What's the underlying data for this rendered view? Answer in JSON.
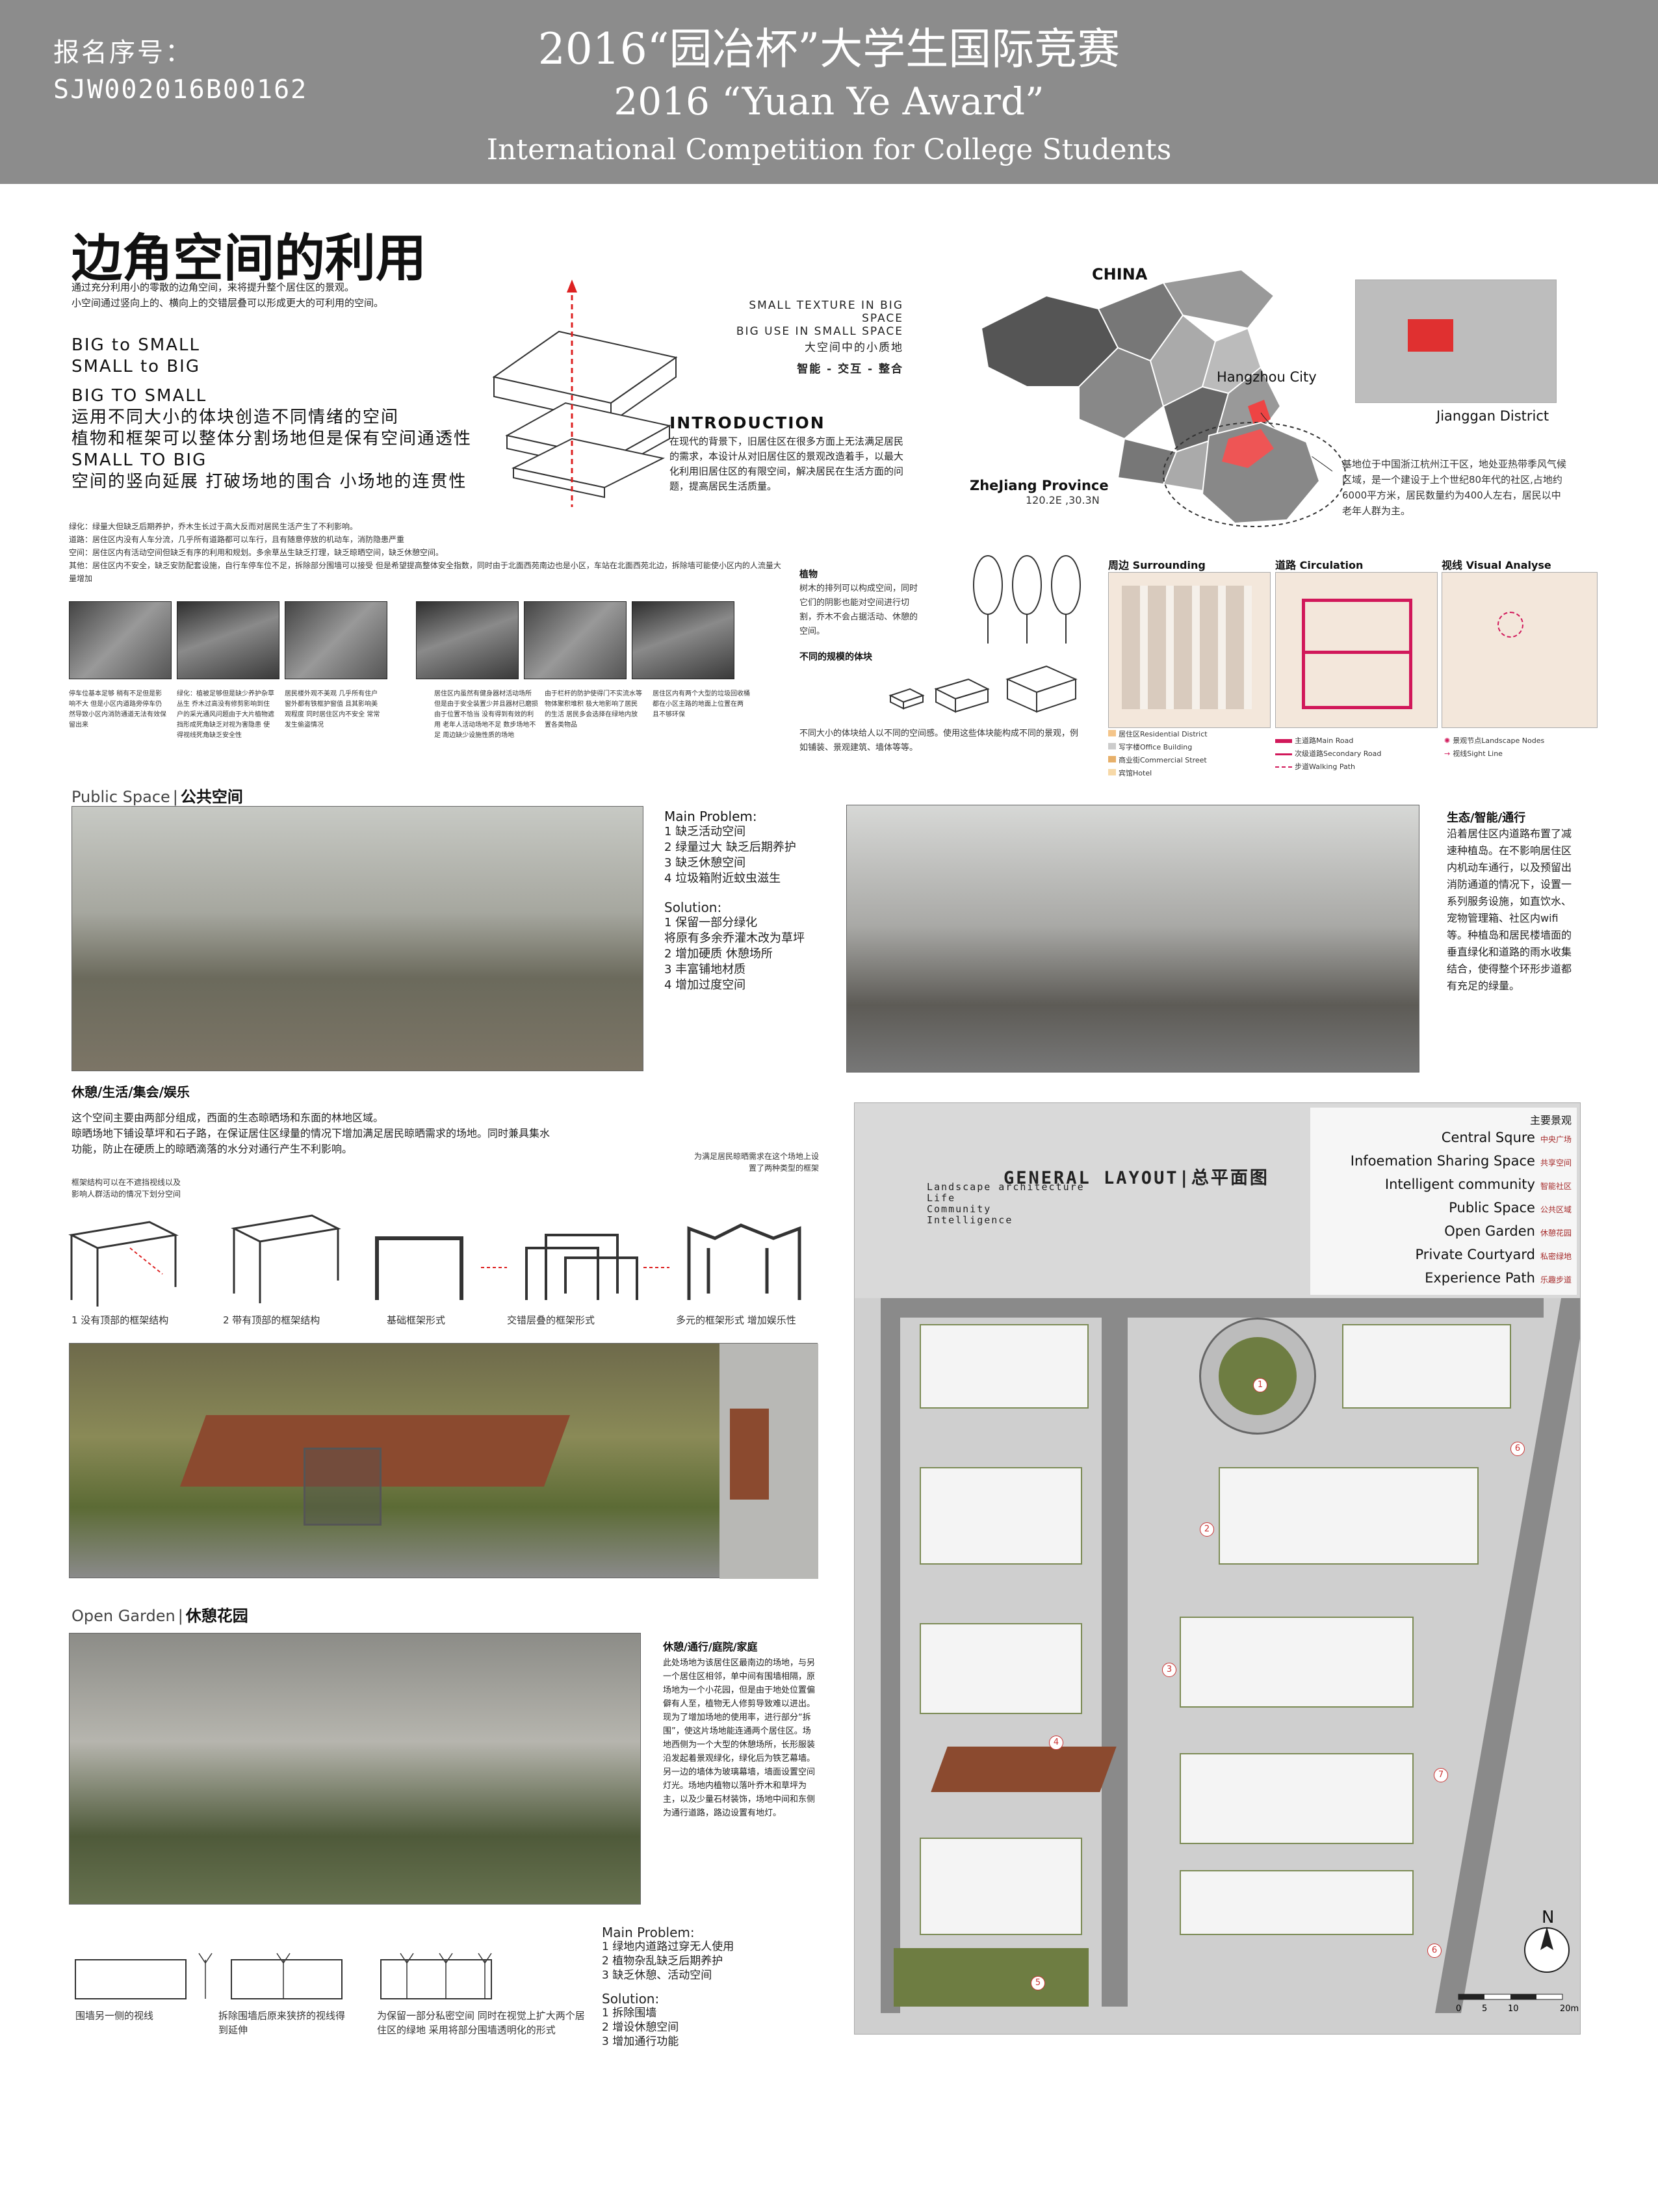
{
  "header": {
    "reg_label": "报名序号：",
    "reg_no": "SJW002016B00162",
    "title_cn": "2016“园冶杯”大学生国际竞赛",
    "title_en": "2016 “Yuan Ye Award”",
    "subtitle_en": "International Competition for College Students"
  },
  "intro": {
    "heading": "边角空间的利用",
    "lead1": "通过充分利用小的零散的边角空间，来将提升整个居住区的景观。",
    "lead2": "小空间通过竖向上的、横向上的交错层叠可以形成更大的可利用的空间。",
    "b1": "BIG to SMALL",
    "b2": "SMALL to BIG",
    "b3": "BIG TO SMALL",
    "b4": "运用不同大小的体块创造不同情绪的空间",
    "b5": "植物和框架可以整体分割场地但是保有空间通透性",
    "b6": "SMALL TO BIG",
    "b7": "空间的竖向延展  打破场地的围合  小场地的连贯性",
    "texture1": "SMALL TEXTURE IN BIG",
    "texture2": "SPACE",
    "texture3": "BIG USE IN SMALL SPACE",
    "texture4": "大空间中的小质地",
    "texture5": "智能 - 交互 - 整合",
    "intro_title": "INTRODUCTION",
    "intro_text": "在现代的背景下，旧居住区在很多方面上无法满足居民的需求，本设计从对旧居住区的景观改造着手，以最大化利用旧居住区的有限空间，解决居民在生活方面的问题，提高居民生活质量。"
  },
  "location": {
    "china": "CHINA",
    "hangzhou": "Hangzhou City",
    "zhejiang": "ZheJiang Province",
    "coords": "120.2E ,30.3N",
    "district": "Jianggan District",
    "desc": "基地位于中国浙江杭州江干区，地处亚热带季风气候区域，是一个建设于上个世纪80年代的社区,占地约6000平方米，居民数量约为400人左右，居民以中老年人群为主。"
  },
  "problems": {
    "l1": "绿化：绿量大但缺乏后期养护，乔木生长过于高大反而对居民生活产生了不利影响。",
    "l2": "道路：居住区内没有人车分流，几乎所有道路都可以车行，且有随意停放的机动车，消防隐患严重",
    "l3": "空间：居住区内有活动空间但缺乏有序的利用和规划。多余草丛生缺乏打理，缺乏晾晒空间，缺乏休憩空间。",
    "l4": "其他：居住区内不安全，缺乏安防配套设施，自行车停车位不足，拆除部分围墙可以接受 但是希望提高整体安全指数，同时由于北面西苑南边也是小区，车站在北面西苑北边，拆除墙可能使小区内的人流量大量增加",
    "c1": "停车位基本足够  稍有不足但是影响不大 但是小区内道路旁停车仍然导致小区内消防通道无法有效保留出来",
    "c2": "绿化：植被足够但是缺少养护杂草丛生  乔木过高没有修剪影响到住户的采光通风问题由于大片植物遮挡形成死角缺乏对视为害隐患 使得视线死角缺乏安全性",
    "c3": "居民楼外观不美观 几乎所有住户窗外都有铁框护窗值 且其影响美观程度 同时居住区内不安全 常常发生偷盗情况",
    "c4": "居住区内虽然有健身器材活动场所 但是由于安全装置少并且器材已磨损 由于位置不恰当 没有得到有效的利用 老年人活动场地不足 数步场地不足 周边缺少设施性质的场地",
    "c5": "由于栏杆的防护使得门不实流水等物体聚积堆积 极大地影响了居民的生活 居民多会选择在绿地内放置各类物品",
    "c6": "居住区内有两个大型的垃圾回收桶 都在小区主路的地面上位置在两 且不够环保"
  },
  "volumes": {
    "plant_title": "植物",
    "plant_text": "树木的排列可以构成空间，同时它们的阴影也能对空间进行切割，乔木不会占据活动、休憩的空间。",
    "block_title": "不同的规模的体块",
    "block_text": "不同大小的体块给人以不同的空间感。使用这些体块能构成不同的景观，例如铺装、景观建筑、墙体等等。"
  },
  "analysis": {
    "surrounding": "周边 Surrounding",
    "circulation": "道路 Circulation",
    "visual": "视线 Visual Analyse",
    "leg1": "居住区Residential District",
    "leg2": "写字楼Office Building",
    "leg3": "商业街Commercial Street",
    "leg4": "宾馆Hotel",
    "leg5": "主道路Main Road",
    "leg6": "次级道路Secondary Road",
    "leg7": "步道Walking Path",
    "leg8": "景观节点Landscape Nodes",
    "leg9": "视线Sight Line"
  },
  "public_space": {
    "title": "Public Space",
    "title_cn": "公共空间",
    "mp": "Main Problem:",
    "mp1": "1 缺乏活动空间",
    "mp2": "2 绿量过大 缺乏后期养护",
    "mp3": "3 缺乏休憩空间",
    "mp4": "4 垃圾箱附近蚊虫滋生",
    "sol": "Solution:",
    "s1": "1 保留一部分绿化",
    "s2": "将原有多余乔灌木改为草坪",
    "s3": "2 增加硬质 休憩场所",
    "s4": "3 丰富铺地材质",
    "s5": "4 增加过度空间"
  },
  "eco": {
    "title": "生态/智能/通行",
    "text": "沿着居住区内道路布置了减速种植岛。在不影响居住区内机动车通行，以及预留出消防通道的情况下，设置一系列服务设施，如直饮水、宠物管理箱、社区内wifi等。种植岛和居民楼墙面的垂直绿化和道路的雨水收集结合，使得整个环形步道都有充足的绿量。"
  },
  "leisure": {
    "title": "休憩/生活/集会/娱乐",
    "t1": "这个空间主要由两部分组成，西面的生态晾晒场和东面的林地区域。",
    "t2": "晾晒场地下铺设草坪和石子路，在保证居住区绿量的情况下增加满足居民晾晒需求的场地。同时兼具集水",
    "t3": "功能，防止在硬质上的晾晒滴落的水分对通行产生不利影响。",
    "f_note1": "框架结构可以在不遮挡视线以及影响人群活动的情况下划分空间",
    "f_note2": "为满足居民晾晒需求在这个场地上设置了两种类型的框架",
    "f1": "1 没有顶部的框架结构",
    "f2": "2 带有顶部的框架结构",
    "f3": "基础框架形式",
    "f4": "交错层叠的框架形式",
    "f5": "多元的框架形式 增加娱乐性"
  },
  "open_garden": {
    "title": "Open Garden",
    "title_cn": "休憩花园",
    "sub": "休憩/通行/庭院/家庭",
    "text": "此处场地为该居住区最南边的场地，与另一个居住区相邻，单中间有围墙相隔，原场地为一个小花园，但是由于地处位置偏僻有人至，植物无人修剪导致难以进出。现为了增加场地的使用率，进行部分“拆围”，使这片场地能连通两个居住区。场地西侧为一个大型的休憩场所，长形服装沿发起着景观绿化，绿化后为铁艺幕墙。另一边的墙体为玻璃幕墙，墙面设置空间灯光。场地内植物以落叶乔木和草坪为主，以及少量石材装饰，场地中间和东侧为通行道路，路边设置有地灯。",
    "w1": "围墙另一侧的视线",
    "w2": "拆除围墙后原来狭挤的视线得到延伸",
    "w3": "为保留一部分私密空间 同时在视觉上扩大两个居住区的绿地 采用将部分围墙透明化的形式",
    "mp": "Main Problem:",
    "mp1": "1 绿地内道路过穿无人使用",
    "mp2": "2 植物杂乱缺乏后期养护",
    "mp3": "3 缺乏休憩、活动空间",
    "sol": "Solution:",
    "s1": "1 拆除围墙",
    "s2": "2 增设休憩空间",
    "s3": "3 增加通行功能"
  },
  "general": {
    "title": "GENERAL LAYOUT",
    "title_cn": "总平面图",
    "sub1": "Landscape architecture",
    "sub2": "Life",
    "sub3": "Community",
    "sub4": "Intelligence",
    "legend_title": "主要景观",
    "items": [
      {
        "en": "Central Squre",
        "cn": "中央广场"
      },
      {
        "en": "Infoemation Sharing Space",
        "cn": "共享空间"
      },
      {
        "en": "Intelligent community",
        "cn": "智能社区"
      },
      {
        "en": "Public Space",
        "cn": "公共区域"
      },
      {
        "en": "Open Garden",
        "cn": "休憩花园"
      },
      {
        "en": "Private Courtyard",
        "cn": "私密绿地"
      },
      {
        "en": "Experience Path",
        "cn": "乐趣步道"
      }
    ],
    "north": "N",
    "scale": [
      "0",
      "5",
      "10",
      "20m"
    ],
    "nodes": [
      "1",
      "2",
      "3",
      "4",
      "5",
      "6",
      "7",
      "6"
    ]
  }
}
